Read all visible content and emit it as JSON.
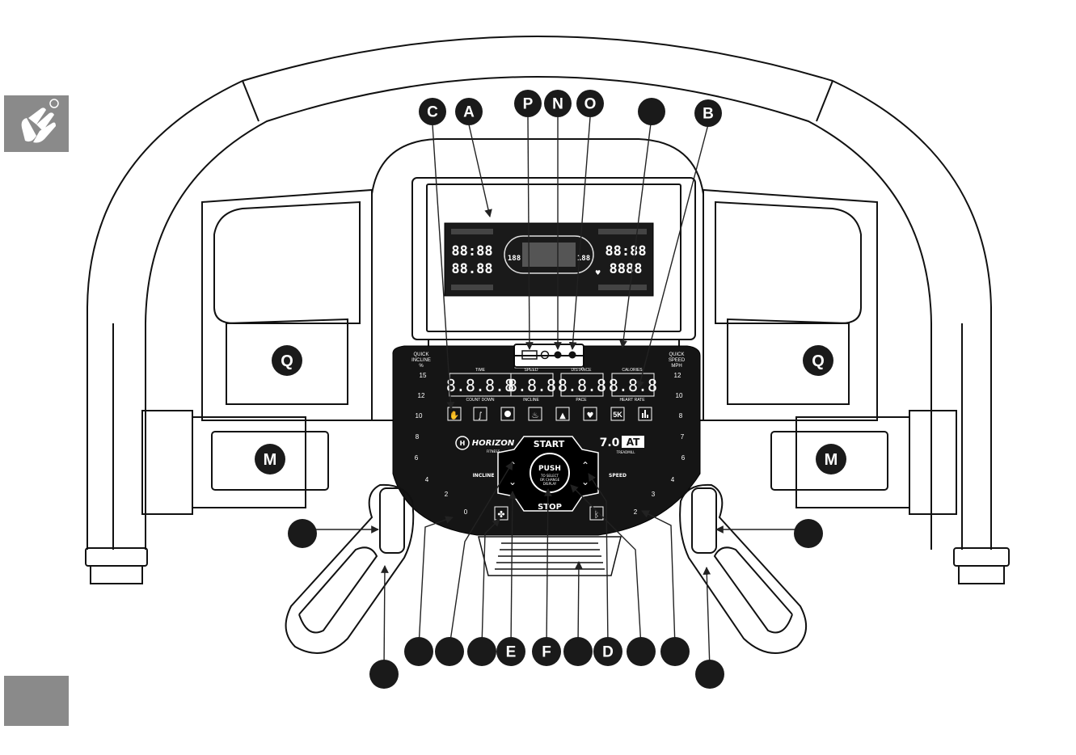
{
  "callouts": {
    "A": "A",
    "B": "B",
    "C": "C",
    "D": "D",
    "E": "E",
    "F": "F",
    "M": "M",
    "N": "N",
    "O": "O",
    "P": "P",
    "Q": "Q"
  },
  "console": {
    "brand": "HORIZON",
    "brand_sub": "FITNESS",
    "model": "7.0",
    "model_suffix": "AT",
    "model_sub": "TREADMILL",
    "start": "START",
    "stop": "STOP",
    "push": "PUSH",
    "push_sub1": "TO SELECT",
    "push_sub2": "OR CHANGE",
    "push_sub3": "DISPLAY",
    "incline": "INCLINE",
    "speed": "SPEED",
    "quick_incline": "QUICK",
    "quick_incline2": "INCLINE",
    "quick_incline_unit": "%",
    "quick_speed": "QUICK",
    "quick_speed2": "SPEED",
    "quick_speed_unit": "MPH",
    "incline_scale": [
      "15",
      "12",
      "10",
      "8",
      "6",
      "4",
      "2",
      "0"
    ],
    "speed_scale": [
      "12",
      "10",
      "8",
      "7",
      "6",
      "4",
      "3",
      "2"
    ],
    "windows": [
      {
        "top": "TIME",
        "digits": "8.8.8.8",
        "bottom": "COUNT DOWN"
      },
      {
        "top": "SPEED",
        "digits": "8.8.8",
        "bottom": "INCLINE"
      },
      {
        "top": "DISTANCE",
        "digits": "8.8.8",
        "bottom": "PACE"
      },
      {
        "top": "CALORIES",
        "digits": "8.8.8",
        "bottom": "HEART RATE"
      }
    ],
    "program_5k": "5K"
  },
  "lcd": {
    "left_top": "88:88",
    "left_bottom": "88.88",
    "right_top": "88:88",
    "right_bottom": "8888",
    "center_left": "188",
    "center_right": "188"
  }
}
